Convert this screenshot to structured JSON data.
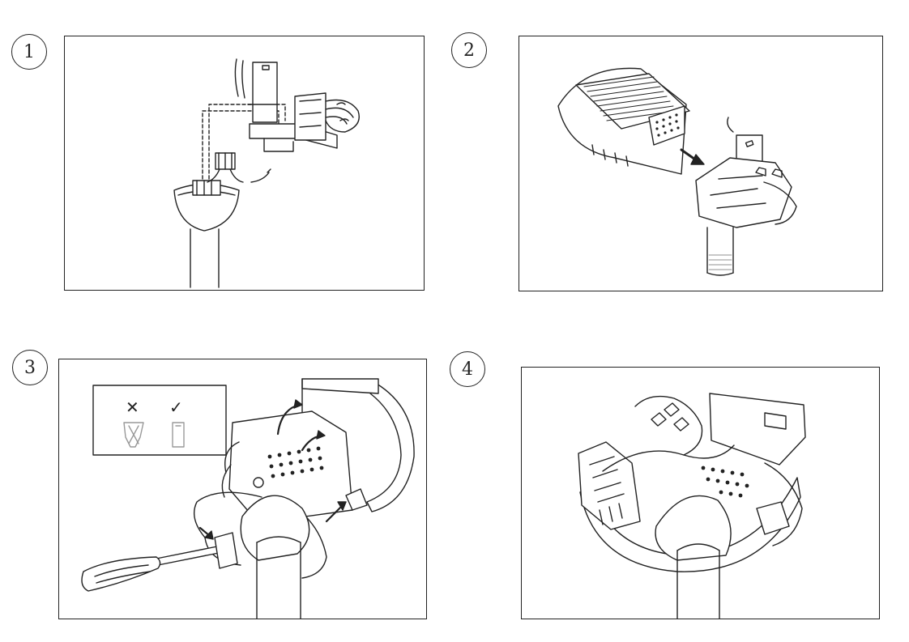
{
  "steps": [
    {
      "number": "1",
      "illustration": "wiring-connector-insertion"
    },
    {
      "number": "2",
      "illustration": "driver-box-attachment"
    },
    {
      "number": "3",
      "illustration": "screwdriver-clip-release"
    },
    {
      "number": "4",
      "illustration": "assembled-canopy"
    }
  ],
  "screwdriver_guide": {
    "wrong_mark": "✕",
    "right_mark": "✓"
  },
  "colors": {
    "line": "#222222",
    "panel_border": "#222222",
    "background": "#ffffff"
  }
}
